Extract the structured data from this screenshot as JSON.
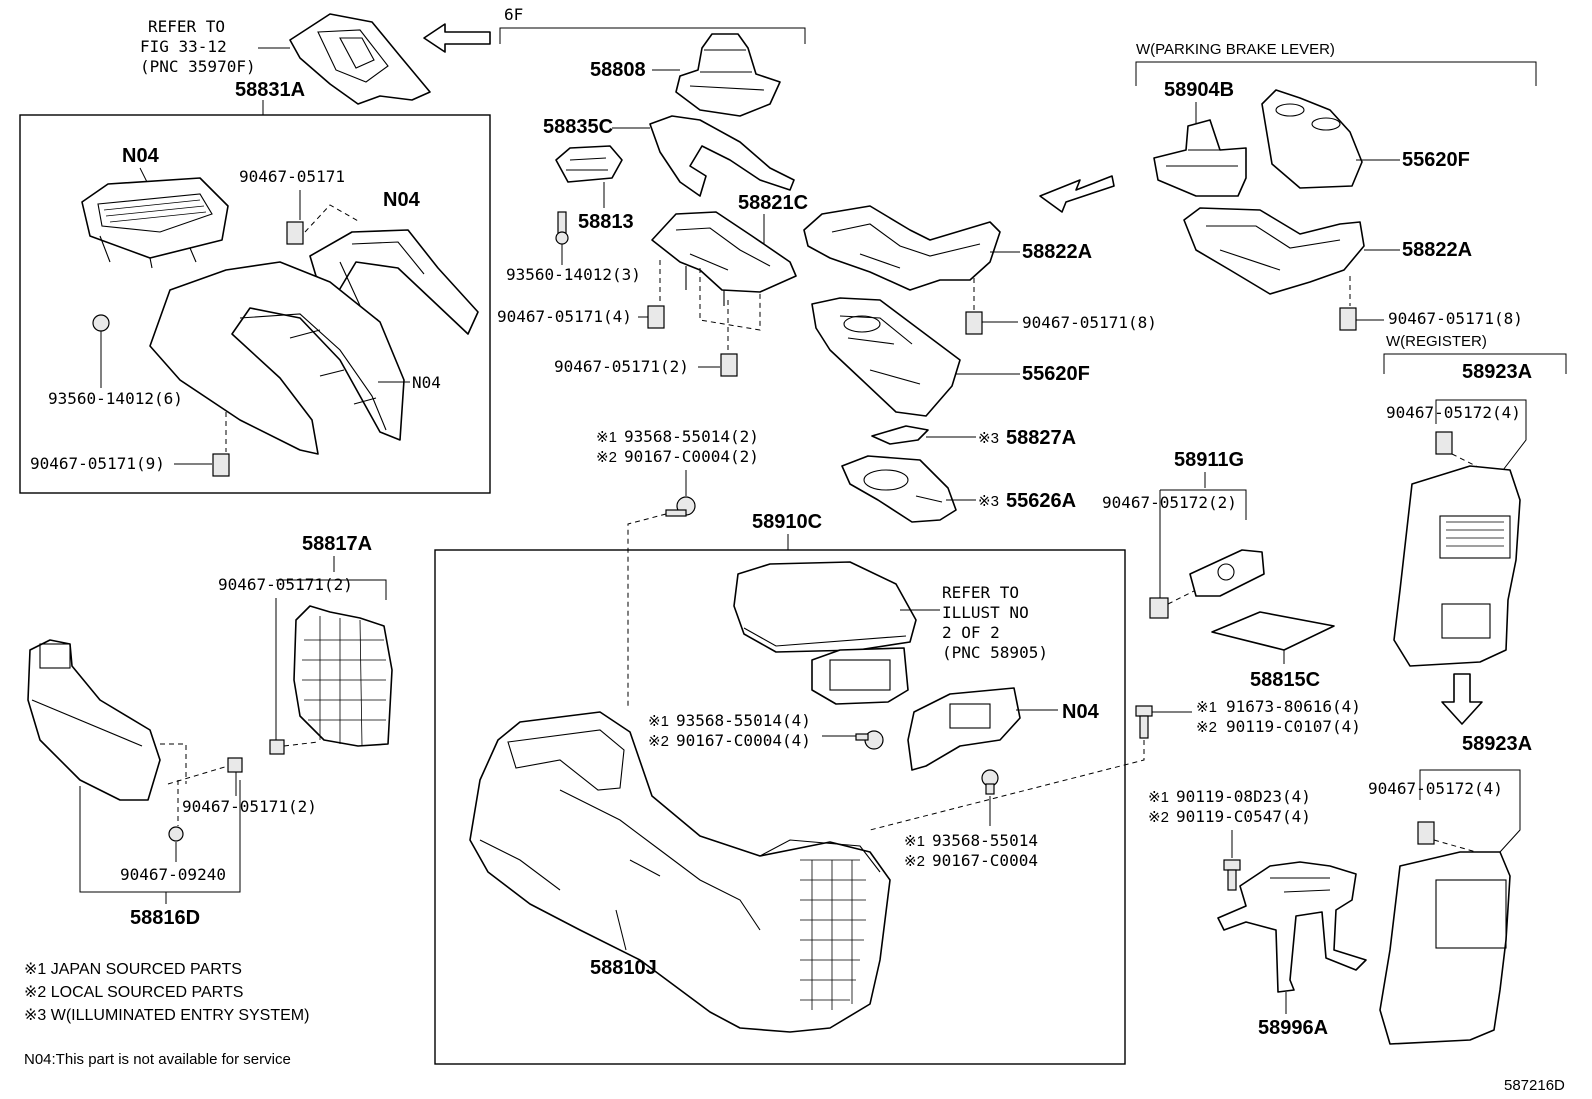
{
  "header": {
    "refer_fig": [
      "REFER TO",
      "FIG 33-12",
      "(PNC 35970F)"
    ],
    "group_6f": "6F",
    "w_parking_brake": "W(PARKING BRAKE LEVER)",
    "w_register": "W(REGISTER)"
  },
  "parts": {
    "p58831A": "58831A",
    "n04_a": "N04",
    "n04_b": "N04",
    "n04_c": "N04",
    "n04_d": "N04",
    "c90467_05171_top": "90467-05171",
    "c93560_14012_6": "93560-14012(6)",
    "c90467_05171_9": "90467-05171(9)",
    "p58808": "58808",
    "p58835C": "58835C",
    "p58813": "58813",
    "p58821C": "58821C",
    "c93560_14012_3": "93560-14012(3)",
    "c90467_05171_4": "90467-05171(4)",
    "c90467_05171_2": "90467-05171(2)",
    "p58822A_mid": "58822A",
    "c90467_05171_8_mid": "90467-05171(8)",
    "p55620F_mid": "55620F",
    "p58827A": "58827A",
    "p55626A": "55626A",
    "p58904B": "58904B",
    "p55620F_right": "55620F",
    "p58822A_right": "58822A",
    "c90467_05171_8_right": "90467-05171(8)",
    "p58923A_top": "58923A",
    "c90467_05172_4_top": "90467-05172(4)",
    "p58923A_bot": "58923A",
    "c90467_05172_4_bot": "90467-05172(4)",
    "p58911G": "58911G",
    "c90467_05172_2": "90467-05172(2)",
    "p58815C": "58815C",
    "p58910C": "58910C",
    "refer_illust": [
      "REFER TO",
      "ILLUST NO",
      "2 OF 2",
      "(PNC 58905)"
    ],
    "m1_93568_55014_2": "93568-55014(2)",
    "m2_90167_C0004_2": "90167-C0004(2)",
    "m1_93568_55014_4": "93568-55014(4)",
    "m2_90167_C0004_4": "90167-C0004(4)",
    "m1_93568_55014": "93568-55014",
    "m2_90167_C0004": "90167-C0004",
    "m1_91673_80616_4": "91673-80616(4)",
    "m2_90119_C0107_4": "90119-C0107(4)",
    "m1_90119_08D23_4": "90119-08D23(4)",
    "m2_90119_C0547_4": "90119-C0547(4)",
    "p58996A": "58996A",
    "p58810J": "58810J",
    "p58817A": "58817A",
    "c90467_05171_2_left_top": "90467-05171(2)",
    "c90467_05171_2_left_bot": "90467-05171(2)",
    "c90467_09240": "90467-09240",
    "p58816D": "58816D",
    "mark1": "※1",
    "mark2": "※2",
    "mark3": "※3"
  },
  "legend": {
    "note1": "※1 JAPAN SOURCED PARTS",
    "note2": "※2 LOCAL SOURCED PARTS",
    "note3": "※3 W(ILLUMINATED ENTRY SYSTEM)",
    "n04_note": "N04:This part is not available for service"
  },
  "footer": {
    "figure_code": "587216D"
  }
}
